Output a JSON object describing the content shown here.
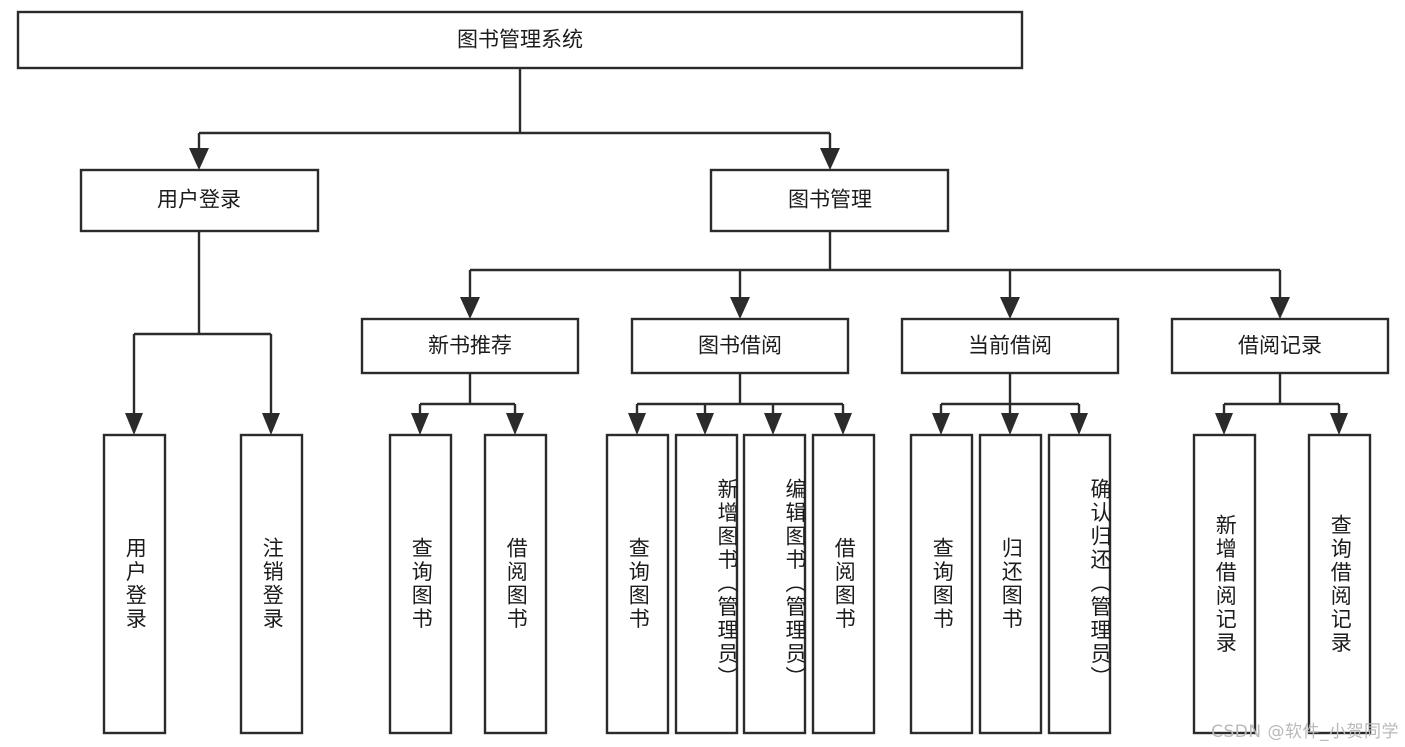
{
  "diagram": {
    "title": "图书管理系统",
    "type": "tree-hierarchy-chart",
    "root": {
      "id": "root",
      "label": "图书管理系统"
    },
    "level2": [
      {
        "id": "user-login",
        "label": "用户登录"
      },
      {
        "id": "book-management",
        "label": "图书管理"
      }
    ],
    "level3": [
      {
        "id": "new-book-recommend",
        "label": "新书推荐",
        "parent": "book-management"
      },
      {
        "id": "book-borrow",
        "label": "图书借阅",
        "parent": "book-management"
      },
      {
        "id": "current-borrow",
        "label": "当前借阅",
        "parent": "book-management"
      },
      {
        "id": "borrow-record",
        "label": "借阅记录",
        "parent": "book-management"
      }
    ],
    "leaves": [
      {
        "id": "leaf-user-login",
        "label": "用户登录",
        "parent": "user-login"
      },
      {
        "id": "leaf-user-logout",
        "label": "注销登录",
        "parent": "user-login"
      },
      {
        "id": "leaf-query-book-1",
        "label": "查询图书",
        "parent": "new-book-recommend"
      },
      {
        "id": "leaf-borrow-book-1",
        "label": "借阅图书",
        "parent": "new-book-recommend"
      },
      {
        "id": "leaf-query-book-2",
        "label": "查询图书",
        "parent": "book-borrow"
      },
      {
        "id": "leaf-add-book",
        "label": "新增图书（管理员）",
        "parent": "book-borrow"
      },
      {
        "id": "leaf-edit-book",
        "label": "编辑图书（管理员）",
        "parent": "book-borrow"
      },
      {
        "id": "leaf-borrow-book-2",
        "label": "借阅图书",
        "parent": "book-borrow"
      },
      {
        "id": "leaf-query-book-3",
        "label": "查询图书",
        "parent": "current-borrow"
      },
      {
        "id": "leaf-return-book",
        "label": "归还图书",
        "parent": "current-borrow"
      },
      {
        "id": "leaf-confirm-return",
        "label": "确认归还（管理员）",
        "parent": "current-borrow"
      },
      {
        "id": "leaf-add-record",
        "label": "新增借阅记录",
        "parent": "borrow-record"
      },
      {
        "id": "leaf-query-record",
        "label": "查询借阅记录",
        "parent": "borrow-record"
      }
    ]
  },
  "watermark": {
    "text": "CSDN @软件_小贺同学"
  },
  "colors": {
    "stroke": "#2b2b2b",
    "box_fill": "#ffffff",
    "text": "#1c1c1c",
    "background": "#ffffff",
    "watermark": "#b9b9b9"
  }
}
